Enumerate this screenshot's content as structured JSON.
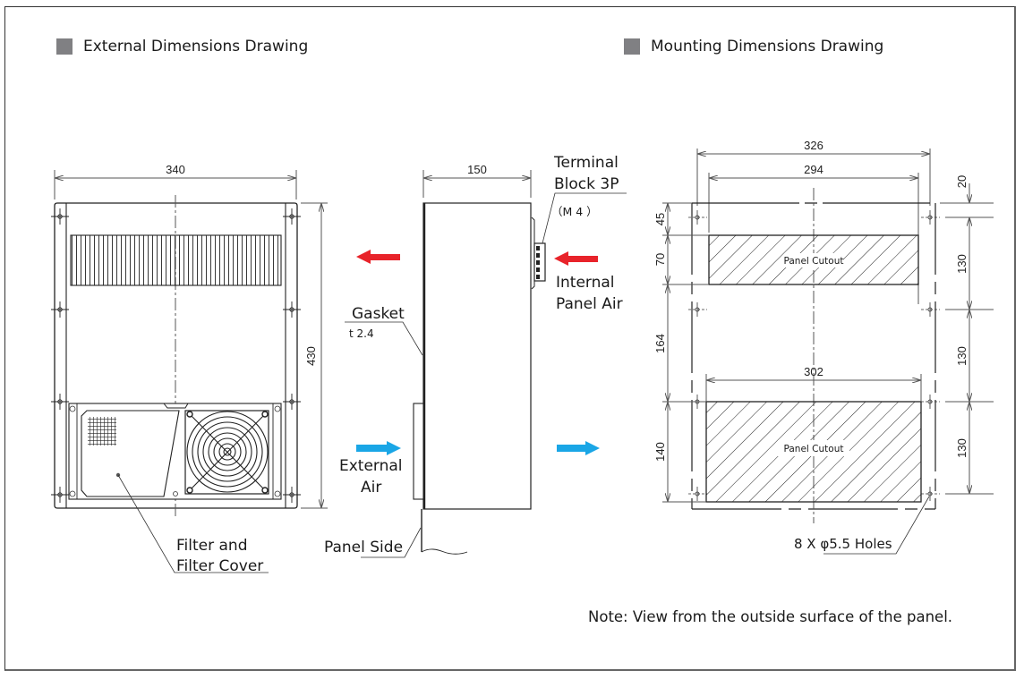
{
  "sections": {
    "external": {
      "title": "External Dimensions Drawing"
    },
    "mounting": {
      "title": "Mounting Dimensions Drawing"
    }
  },
  "front_view": {
    "width_dim": "340",
    "height_dim": "430",
    "filter_label_line1": "Filter and",
    "filter_label_line2": "Filter Cover"
  },
  "side_view": {
    "depth_dim": "150",
    "terminal_label_line1": "Terminal",
    "terminal_label_line2": "Block 3P",
    "terminal_spec": "（M 4 ）",
    "internal_air_line1": "Internal",
    "internal_air_line2": "Panel Air",
    "gasket_label": "Gasket",
    "gasket_spec": "t 2.4",
    "external_air_line1": "External",
    "external_air_line2": "Air",
    "panel_side_label": "Panel Side"
  },
  "mounting_view": {
    "outer_width_dim": "326",
    "inner_width_dim": "294",
    "lower_cutout_width_dim": "302",
    "left_dims": [
      "45",
      "70",
      "164",
      "140"
    ],
    "right_dims": [
      "20",
      "130",
      "130",
      "130"
    ],
    "cutout_label": "Panel Cutout",
    "holes_label": "8 X φ5.5 Holes"
  },
  "arrows": {
    "internal_air_color": "#e8232a",
    "external_air_color": "#1aa6e6"
  },
  "note": "Note: View from the outside surface of the panel."
}
